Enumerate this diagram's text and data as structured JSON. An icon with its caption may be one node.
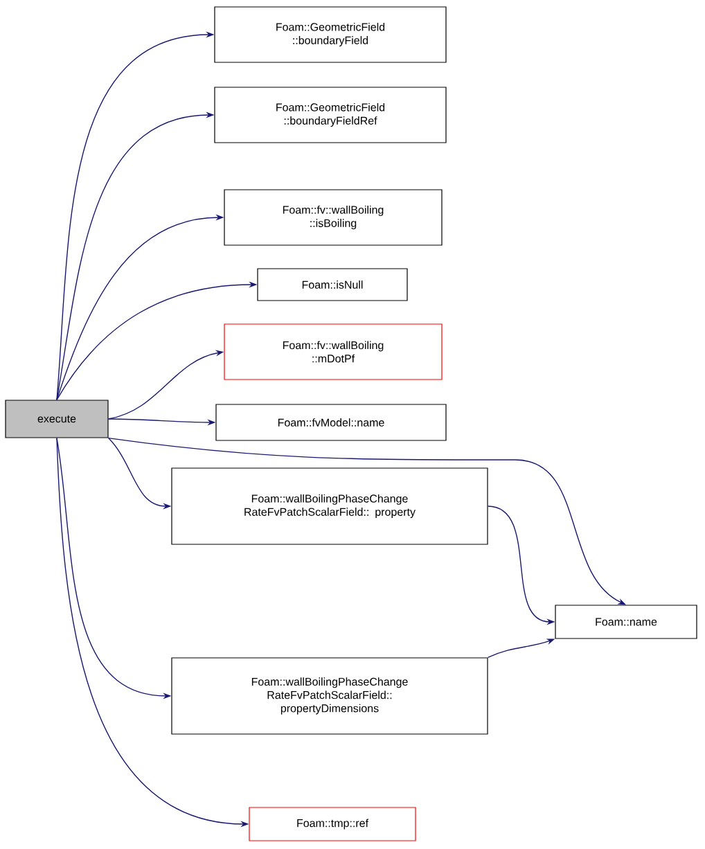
{
  "diagram": {
    "nodes": [
      {
        "text": [
          "execute"
        ]
      },
      {
        "text": [
          "Foam::GeometricField ::boundaryField"
        ]
      },
      {
        "text": [
          "Foam::GeometricField ::boundaryFieldRef"
        ]
      },
      {
        "text": [
          "Foam::fv::wallBoiling ::isBoiling"
        ]
      },
      {
        "text": [
          "Foam::isNull"
        ]
      },
      {
        "text": [
          "Foam::fv::wallBoiling ::mDotPf"
        ]
      },
      {
        "text": [
          "Foam::fvModel::name"
        ]
      },
      {
        "text": [
          "Foam::wallBoilingPhaseChange RateFvPatchScalarField:: property"
        ]
      },
      {
        "text": [
          "Foam::name"
        ]
      },
      {
        "text": [
          "Foam::wallBoilingPhaseChange RateFvPatchScalarField:: propertyDimensions"
        ]
      },
      {
        "text": [
          "Foam::tmp::ref"
        ]
      }
    ],
    "edges": [
      {
        "from": 0,
        "to": 1,
        "arrow": "to"
      },
      {
        "from": 0,
        "to": 2,
        "arrow": "to"
      },
      {
        "from": 0,
        "to": 3,
        "arrow": "to"
      },
      {
        "from": 0,
        "to": 4,
        "arrow": "to"
      },
      {
        "from": 0,
        "to": 5,
        "arrow": "to"
      },
      {
        "from": 0,
        "to": 6,
        "arrow": "to"
      },
      {
        "from": 0,
        "to": 8,
        "arrow": "to"
      },
      {
        "from": 0,
        "to": 7,
        "arrow": "to"
      },
      {
        "from": 0,
        "to": 9,
        "arrow": "to"
      },
      {
        "from": 0,
        "to": 10,
        "arrow": "to"
      },
      {
        "from": 7,
        "to": 8,
        "arrow": "to"
      },
      {
        "from": 9,
        "to": 8,
        "arrow": "to"
      }
    ]
  }
}
